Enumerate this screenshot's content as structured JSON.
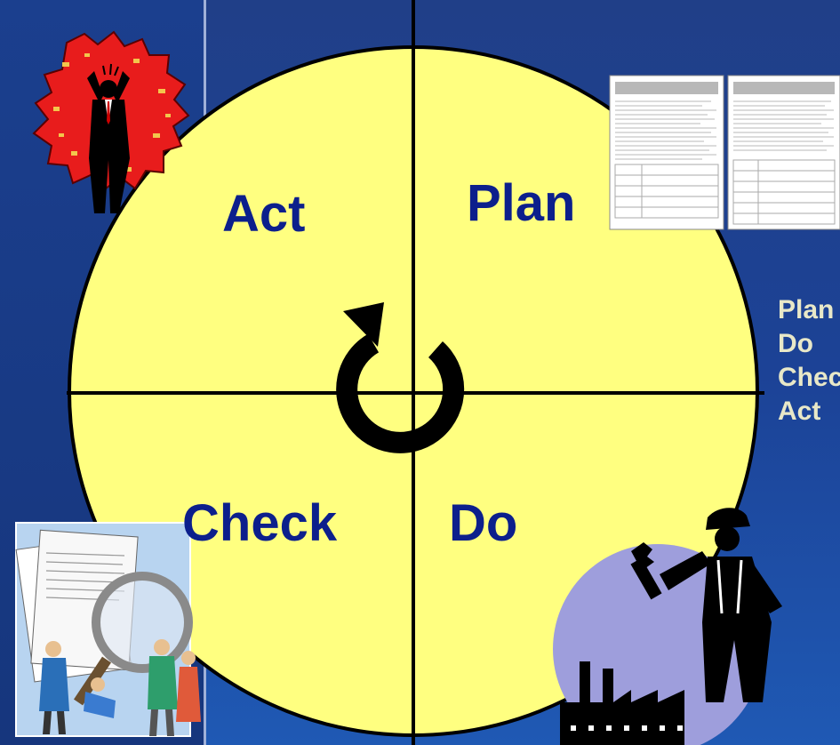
{
  "diagram": {
    "title": "",
    "quadrants": {
      "top_left": "Act",
      "top_right": "Plan",
      "bottom_left": "Check",
      "bottom_right": "Do"
    }
  },
  "side_list": [
    "Plan",
    "Do",
    "Check",
    "Act"
  ],
  "colors": {
    "background": "#1a3d8c",
    "circle_fill": "#ffff80",
    "label_text": "#0c1f8c",
    "side_text": "#e8e8c8",
    "cycle_arrow": "#000000"
  },
  "clipart": [
    "stressed-man-clipart",
    "document-pages-clipart",
    "team-magnifier-clipart",
    "worker-factory-clipart"
  ]
}
